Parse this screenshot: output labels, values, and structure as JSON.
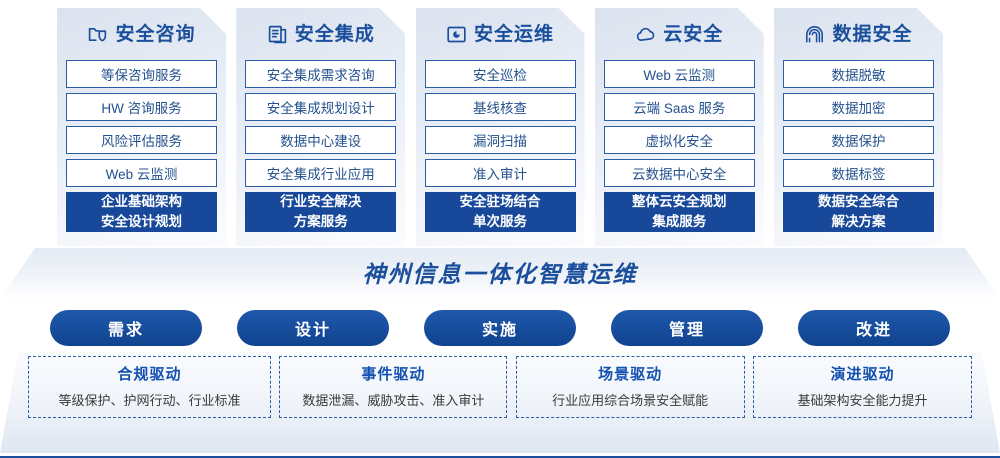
{
  "columns": [
    {
      "icon": "shield-folder-icon",
      "title": "安全咨询",
      "items": [
        "等保咨询服务",
        "HW 咨询服务",
        "风险评估服务",
        "Web 云监测"
      ],
      "summary": [
        "企业基础架构",
        "安全设计规划"
      ]
    },
    {
      "icon": "documents-copy-icon",
      "title": "安全集成",
      "items": [
        "安全集成需求咨询",
        "安全集成规划设计",
        "数据中心建设",
        "安全集成行业应用"
      ],
      "summary": [
        "行业安全解决",
        "方案服务"
      ]
    },
    {
      "icon": "monitor-chart-icon",
      "title": "安全运维",
      "items": [
        "安全巡检",
        "基线核查",
        "漏洞扫描",
        "准入审计"
      ],
      "summary": [
        "安全驻场结合",
        "单次服务"
      ]
    },
    {
      "icon": "cloud-icon",
      "title": "云安全",
      "items": [
        "Web 云监测",
        "云端 Saas 服务",
        "虚拟化安全",
        "云数据中心安全"
      ],
      "summary": [
        "整体云安全规划",
        "集成服务"
      ]
    },
    {
      "icon": "fingerprint-icon",
      "title": "数据安全",
      "items": [
        "数据脱敏",
        "数据加密",
        "数据保护",
        "数据标签"
      ],
      "summary": [
        "数据安全综合",
        "解决方案"
      ]
    }
  ],
  "banner": {
    "text": "神州信息一体化智慧运维"
  },
  "process": {
    "pills": [
      "需求",
      "设计",
      "实施",
      "管理",
      "改进"
    ]
  },
  "drivers": [
    {
      "title": "合规驱动",
      "desc": "等级保护、护网行动、行业标准"
    },
    {
      "title": "事件驱动",
      "desc": "数据泄漏、威胁攻击、准入审计"
    },
    {
      "title": "场景驱动",
      "desc": "行业应用综合场景安全赋能"
    },
    {
      "title": "演进驱动",
      "desc": "基础架构安全能力提升"
    }
  ],
  "colors": {
    "brand_blue": "#1b4f9c",
    "deep_blue": "#17489a",
    "panel_bg": "#e6ecf5",
    "item_border": "#2a5ca8",
    "driver_title": "#1350b0"
  }
}
